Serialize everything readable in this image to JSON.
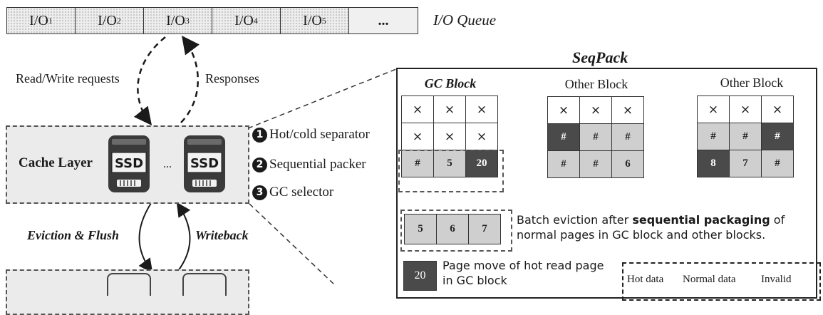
{
  "queue": {
    "cells": [
      {
        "base": "I/O",
        "sub": "1"
      },
      {
        "base": "I/O",
        "sub": "2"
      },
      {
        "base": "I/O",
        "sub": "3"
      },
      {
        "base": "I/O",
        "sub": "4"
      },
      {
        "base": "I/O",
        "sub": "5"
      },
      {
        "base": "...",
        "sub": ""
      }
    ],
    "label": "I/O Queue"
  },
  "arrows": {
    "requests": "Read/Write requests",
    "responses": "Responses",
    "eviction": "Eviction & Flush",
    "writeback": "Writeback"
  },
  "cache_layer": {
    "title": "Cache Layer",
    "ssd_label": "SSD",
    "ssd_dots": "...",
    "steps": [
      {
        "num": "1",
        "text": "Hot/cold separator"
      },
      {
        "num": "2",
        "text": "Sequential packer"
      },
      {
        "num": "3",
        "text": "GC selector"
      }
    ]
  },
  "seqpack": {
    "title": "SeqPack",
    "blocks": [
      {
        "title": "GC Block",
        "rows": [
          [
            {
              "t": "×",
              "k": "inv"
            },
            {
              "t": "×",
              "k": "inv"
            },
            {
              "t": "×",
              "k": "inv"
            }
          ],
          [
            {
              "t": "×",
              "k": "inv"
            },
            {
              "t": "×",
              "k": "inv"
            },
            {
              "t": "×",
              "k": "inv"
            }
          ],
          [
            {
              "t": "#",
              "k": "norm"
            },
            {
              "t": "5",
              "k": "norm"
            },
            {
              "t": "20",
              "k": "hot"
            }
          ]
        ]
      },
      {
        "title": "Other Block",
        "rows": [
          [
            {
              "t": "×",
              "k": "inv"
            },
            {
              "t": "×",
              "k": "inv"
            },
            {
              "t": "×",
              "k": "inv"
            }
          ],
          [
            {
              "t": "#",
              "k": "hot"
            },
            {
              "t": "#",
              "k": "norm"
            },
            {
              "t": "#",
              "k": "norm"
            }
          ],
          [
            {
              "t": "#",
              "k": "norm"
            },
            {
              "t": "#",
              "k": "norm"
            },
            {
              "t": "6",
              "k": "norm"
            }
          ]
        ]
      },
      {
        "title": "Other Block",
        "rows": [
          [
            {
              "t": "×",
              "k": "inv"
            },
            {
              "t": "×",
              "k": "inv"
            },
            {
              "t": "×",
              "k": "inv"
            }
          ],
          [
            {
              "t": "#",
              "k": "norm"
            },
            {
              "t": "#",
              "k": "norm"
            },
            {
              "t": "#",
              "k": "hot"
            }
          ],
          [
            {
              "t": "8",
              "k": "hot"
            },
            {
              "t": "7",
              "k": "norm"
            },
            {
              "t": "#",
              "k": "norm"
            }
          ]
        ]
      }
    ],
    "batch": {
      "cells": [
        "5",
        "6",
        "7"
      ],
      "text_pre": "Batch eviction after ",
      "text_bold": "sequential packaging",
      "text_post": " of normal pages in GC block and other blocks."
    },
    "move": {
      "cell": "20",
      "text": "Page move of hot read page in GC block"
    },
    "legend": [
      "Hot data",
      "Normal data",
      "Invalid"
    ]
  },
  "colors": {
    "hot": "#4a4a4a",
    "normal": "#cfcfcf",
    "invalid": "#ffffff",
    "layer_bg": "#ebebeb"
  }
}
